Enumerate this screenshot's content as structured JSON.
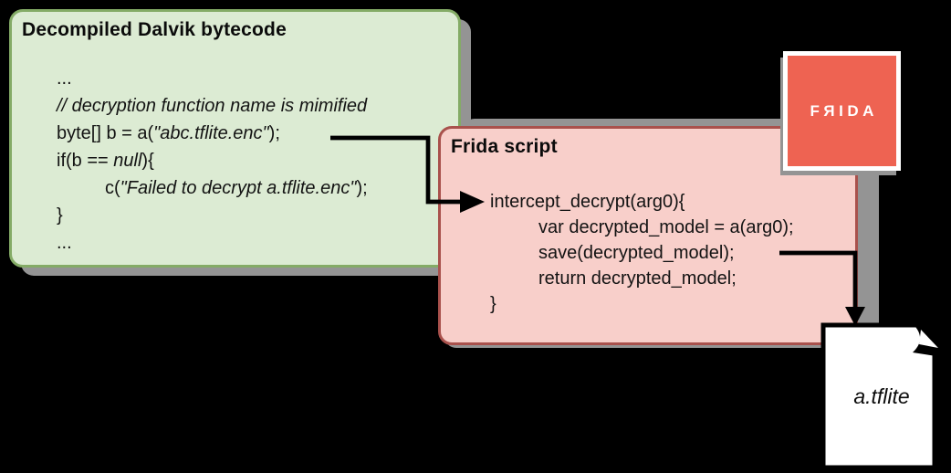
{
  "colors": {
    "background": "#000000",
    "green_fill": "#dcebd3",
    "green_border": "#84ab66",
    "pink_fill": "#f8cfca",
    "pink_border": "#a9514c",
    "frida_red": "#ee6352",
    "shadow": "#949494"
  },
  "bytecode_box": {
    "title": "Decompiled Dalvik bytecode",
    "code": [
      {
        "indent": false,
        "segments": [
          {
            "text": "...",
            "italic": false
          }
        ]
      },
      {
        "indent": false,
        "segments": [
          {
            "text": "// decryption function name is mimified",
            "italic": true
          }
        ]
      },
      {
        "indent": false,
        "segments": [
          {
            "text": "byte[] b = a(",
            "italic": false
          },
          {
            "text": "\"abc.tflite.enc\"",
            "italic": true
          },
          {
            "text": ");",
            "italic": false
          }
        ]
      },
      {
        "indent": false,
        "segments": [
          {
            "text": "if(b == ",
            "italic": false
          },
          {
            "text": "null",
            "italic": true
          },
          {
            "text": "){",
            "italic": false
          }
        ]
      },
      {
        "indent": true,
        "segments": [
          {
            "text": "c(",
            "italic": false
          },
          {
            "text": "\"Failed to decrypt a.tflite.enc\"",
            "italic": true
          },
          {
            "text": ");",
            "italic": false
          }
        ]
      },
      {
        "indent": false,
        "segments": [
          {
            "text": "}",
            "italic": false
          }
        ]
      },
      {
        "indent": false,
        "segments": [
          {
            "text": "...",
            "italic": false
          }
        ]
      }
    ]
  },
  "frida_box": {
    "title": "Frida script",
    "code": [
      {
        "indent": false,
        "segments": [
          {
            "text": "intercept_decrypt(arg0){",
            "italic": false
          }
        ]
      },
      {
        "indent": true,
        "segments": [
          {
            "text": "var decrypted_model = a(arg0);",
            "italic": false
          }
        ]
      },
      {
        "indent": true,
        "segments": [
          {
            "text": "save(decrypted_model);",
            "italic": false
          }
        ]
      },
      {
        "indent": true,
        "segments": [
          {
            "text": "return decrypted_model;",
            "italic": false
          }
        ]
      },
      {
        "indent": false,
        "segments": [
          {
            "text": "}",
            "italic": false
          }
        ]
      }
    ]
  },
  "frida_logo": {
    "label": "FЯIDA"
  },
  "output_file": {
    "label": "a.tflite"
  },
  "arrows": {
    "bytecode_to_frida": {
      "from": "byte[] b = a(\"abc.tflite.enc\");",
      "to": "intercept_decrypt(arg0){"
    },
    "save_to_file": {
      "from": "save(decrypted_model);",
      "to": "a.tflite"
    }
  }
}
